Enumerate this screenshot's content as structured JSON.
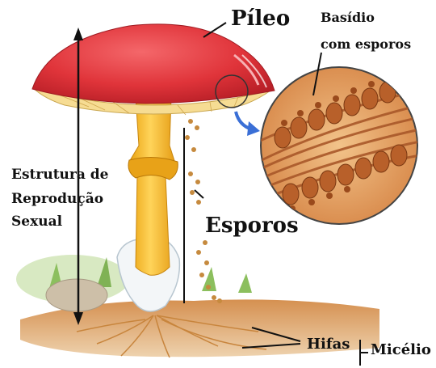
{
  "labels": {
    "pileo": "Píleo",
    "basidio_line1": "Basídio",
    "basidio_line2": "com esporos",
    "estrutura_line1": "Estrutura de",
    "estrutura_line2": "Reprodução",
    "estrutura_line3": "Sexual",
    "esporos": "Esporos",
    "hifas": "Hifas",
    "micelio": "Micélio"
  },
  "colors": {
    "cap": "#e0343a",
    "gills": "#f3d98c",
    "stem": "#f5b928",
    "soil": "#c47a3c",
    "spores": "#c68a3e",
    "detail": "#b8602a",
    "pointer": "#3a6fd6"
  }
}
